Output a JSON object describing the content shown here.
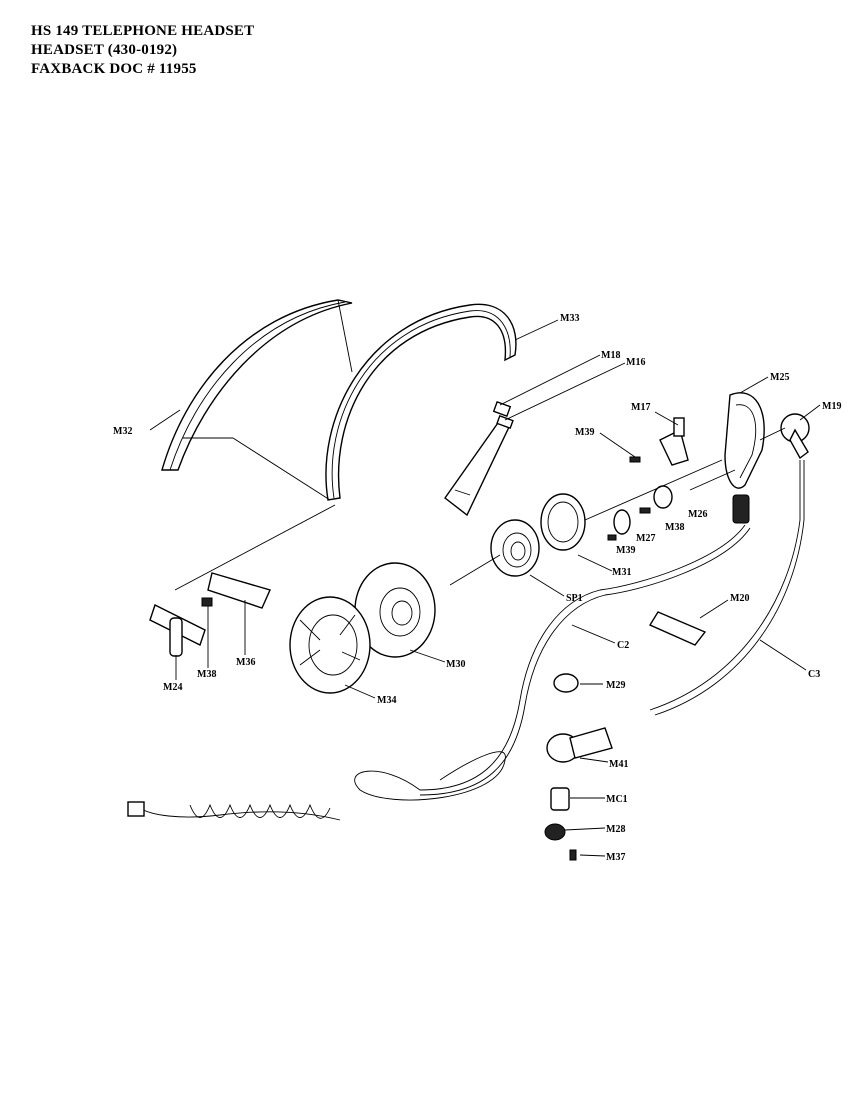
{
  "header": {
    "line1": "HS 149 TELEPHONE HEADSET",
    "line2": "HEADSET  (430-0192)",
    "line3": "FAXBACK DOC # 11955"
  },
  "labels": {
    "m33": "M33",
    "m18": "M18",
    "m16": "M16",
    "m25": "M25",
    "m19": "M19",
    "m17": "M17",
    "m39a": "M39",
    "m32": "M32",
    "m26": "M26",
    "m38a": "M38",
    "m27": "M27",
    "m39b": "M39",
    "m31": "M31",
    "sp1": "SP1",
    "m20": "M20",
    "c2": "C2",
    "c3": "C3",
    "m24": "M24",
    "m38b": "M38",
    "m36": "M36",
    "m30": "M30",
    "m34": "M34",
    "m29": "M29",
    "m41": "M41",
    "mc1": "MC1",
    "m28": "M28",
    "m37": "M37"
  }
}
